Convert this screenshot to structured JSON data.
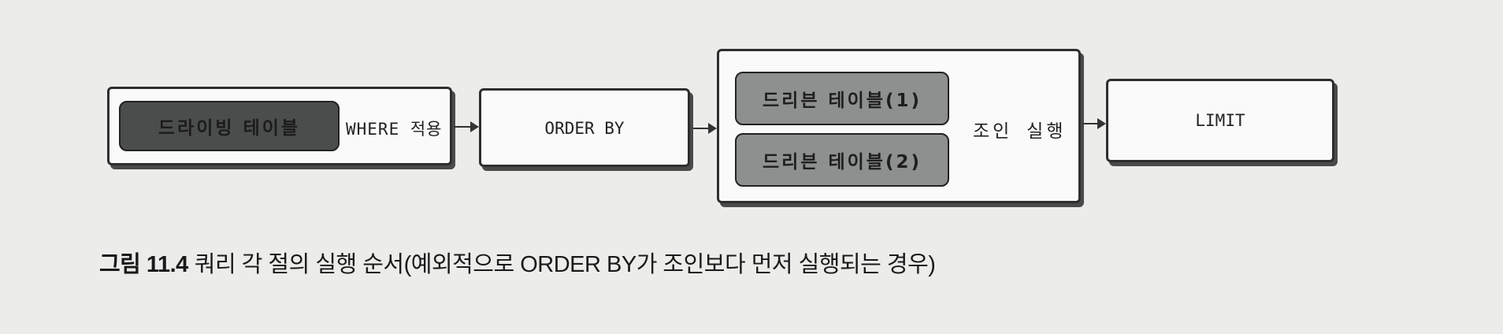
{
  "diagram": {
    "driving_table": "드라이빙 테이블",
    "where_label": "WHERE 적용",
    "order_by": "ORDER BY",
    "driven_table_1": "드리븐 테이블(1)",
    "driven_table_2": "드리븐 테이블(2)",
    "join_label": "조인 실행",
    "limit": "LIMIT"
  },
  "caption": {
    "figure_number": "그림 11.4",
    "text": "쿼리 각 절의 실행 순서(예외적으로 ORDER  BY가 조인보다 먼저 실행되는 경우)"
  }
}
